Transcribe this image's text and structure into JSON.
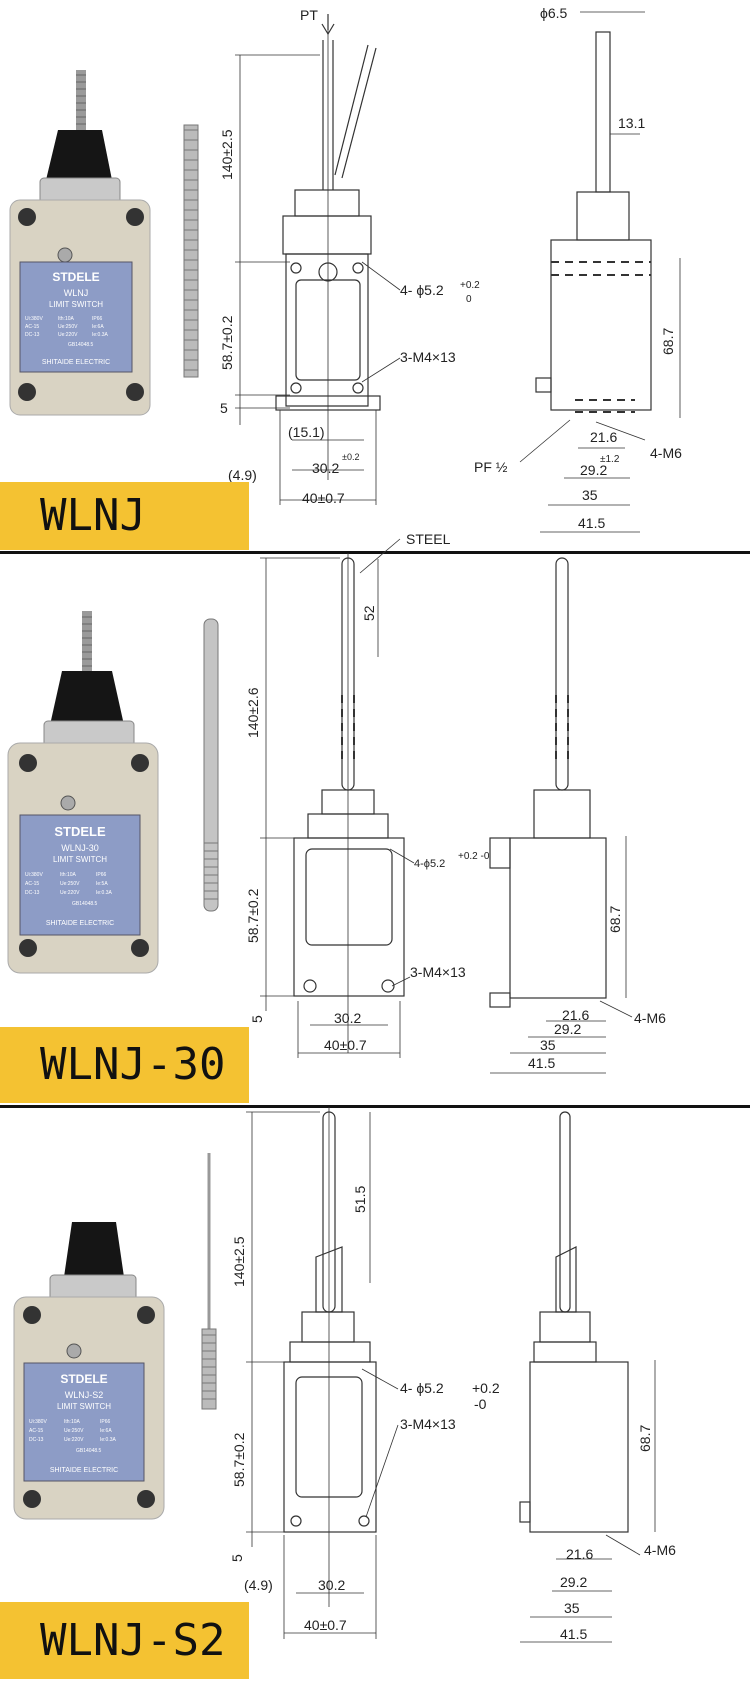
{
  "panels": [
    {
      "model": "WLNJ",
      "brand": "STDELE",
      "label_model": "WLNJ",
      "label_type": "LIMIT SWITCH",
      "maker": "SHITAIDE ELECTRIC",
      "specs": [
        "Ui:380V",
        "Ith:10A",
        "IP66",
        "AC-15",
        "Ue:250V",
        "Ie:6A",
        "DC-13",
        "Ue:220V",
        "Ie:0.3A"
      ],
      "standard": "GB14048.5",
      "dims": {
        "pt": "PT",
        "phi65": "ϕ6.5",
        "d131": "13.1",
        "d140": "140±2.5",
        "d587": "58.7±0.2",
        "d5": "5",
        "holes": "4- ϕ5.2",
        "holes_tol_plus": "+0.2",
        "holes_tol_zero": "0",
        "m4": "3-M4×13",
        "d151": "(15.1)",
        "d302": "30.2",
        "d302_tol": "±0.2",
        "d49": "(4.9)",
        "d40": "40±0.7",
        "d687": "68.7",
        "d216": "21.6",
        "d216_tol": "±1.2",
        "pf": "PF ½",
        "m6": "4-M6",
        "d292": "29.2",
        "d35": "35",
        "d415": "41.5"
      }
    },
    {
      "model": "WLNJ-30",
      "brand": "STDELE",
      "label_model": "WLNJ-30",
      "label_type": "LIMIT SWITCH",
      "maker": "SHITAIDE ELECTRIC",
      "specs": [
        "Ui:380V",
        "Ith:10A",
        "IP66",
        "AC-15",
        "Ue:250V",
        "Ie:5A",
        "DC-13",
        "Ue:220V",
        "Ie:0.3A"
      ],
      "standard": "GB14048.5",
      "dims": {
        "steel": "STEEL",
        "d52": "52",
        "d140": "140±2.6",
        "holes": "4-ϕ5.2",
        "holes_tol": "+0.2 -0",
        "d587": "58.7±0.2",
        "m4": "3-M4×13",
        "d5": "5",
        "d302": "30.2",
        "d40": "40±0.7",
        "d687": "68.7",
        "d216": "21.6",
        "m6": "4-M6",
        "d292": "29.2",
        "d35": "35",
        "d415": "41.5"
      }
    },
    {
      "model": "WLNJ-S2",
      "brand": "STDELE",
      "label_model": "WLNJ-S2",
      "label_type": "LIMIT SWITCH",
      "maker": "SHITAIDE ELECTRIC",
      "specs": [
        "Ui:380V",
        "Ith:10A",
        "IP66",
        "AC-15",
        "Ue:250V",
        "Ie:6A",
        "DC-13",
        "Ue:220V",
        "Ie:0.3A"
      ],
      "standard": "GB14048.5",
      "dims": {
        "d515": "51.5",
        "d140": "140±2.5",
        "holes": "4- ϕ5.2",
        "holes_tol_plus": "+0.2",
        "holes_tol_minus": "-0",
        "d587": "58.7±0.2",
        "m4": "3-M4×13",
        "d5": "5",
        "d49": "(4.9)",
        "d302": "30.2",
        "d40": "40±0.7",
        "d687": "68.7",
        "d216": "21.6",
        "m6": "4-M6",
        "d292": "29.2",
        "d35": "35",
        "d415": "41.5"
      }
    }
  ]
}
